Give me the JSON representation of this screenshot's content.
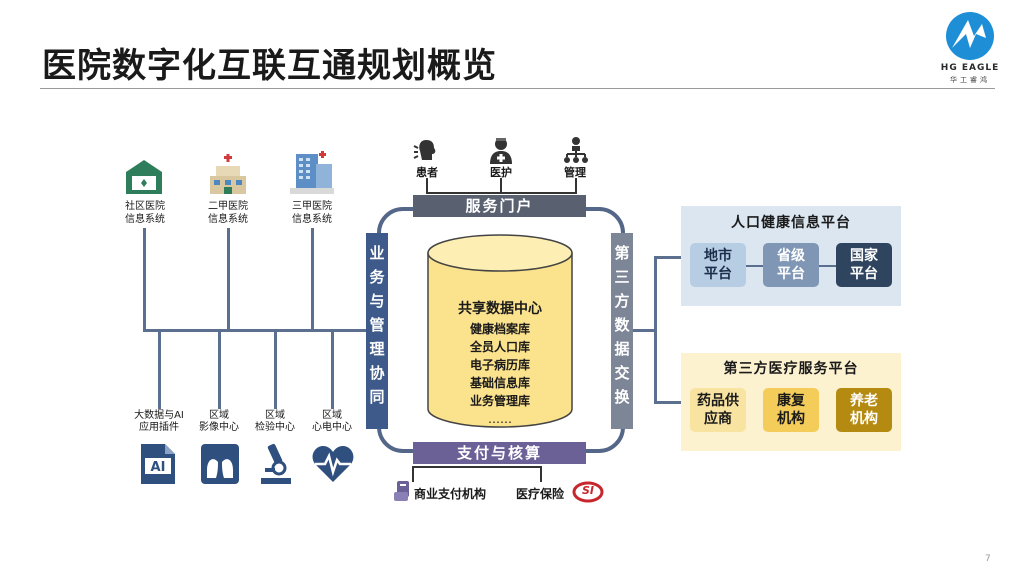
{
  "title": "医院数字化互联互通规划概览",
  "logo": {
    "brand": "HG EAGLE",
    "sub": "华工睿鸿"
  },
  "page_number": "7",
  "hospitals": [
    {
      "label_l1": "社区医院",
      "label_l2": "信息系统"
    },
    {
      "label_l1": "二甲医院",
      "label_l2": "信息系统"
    },
    {
      "label_l1": "三甲医院",
      "label_l2": "信息系统"
    }
  ],
  "services": [
    {
      "label_l1": "大数据与AI",
      "label_l2": "应用插件"
    },
    {
      "label_l1": "区域",
      "label_l2": "影像中心"
    },
    {
      "label_l1": "区域",
      "label_l2": "检验中心"
    },
    {
      "label_l1": "区域",
      "label_l2": "心电中心"
    }
  ],
  "users": [
    {
      "label": "患者"
    },
    {
      "label": "医护"
    },
    {
      "label": "管理"
    }
  ],
  "portal": "服务门户",
  "left_bar": [
    "业",
    "务",
    "与",
    "管",
    "理",
    "协",
    "同"
  ],
  "right_bar": [
    "第",
    "三",
    "方",
    "数",
    "据",
    "交",
    "换"
  ],
  "payment": "支付与核算",
  "payment_partners": [
    {
      "label": "商业支付机构"
    },
    {
      "label": "医疗保险"
    }
  ],
  "si_logo_text": "SI",
  "database": {
    "title": "共享数据中心",
    "items": [
      "健康档案库",
      "全员人口库",
      "电子病历库",
      "基础信息库",
      "业务管理库",
      "……"
    ]
  },
  "population_platform": {
    "title": "人口健康信息平台",
    "boxes": [
      "地市\n平台",
      "省级\n平台",
      "国家\n平台"
    ]
  },
  "medical_platform": {
    "title": "第三方医疗服务平台",
    "boxes": [
      "药品供\n应商",
      "康复\n机构",
      "养老\n机构"
    ]
  },
  "colors": {
    "frame": "#556788",
    "left_bar": "#3e5a8a",
    "payment_bar": "#6b6197",
    "portal_bar": "#596070",
    "right_bar": "#7d8696",
    "db_fill": "#fbe28d",
    "blue_panel": "#dbe6f1",
    "yellow_panel": "#fdf2d0",
    "hosp_green": "#2e7d5b"
  }
}
